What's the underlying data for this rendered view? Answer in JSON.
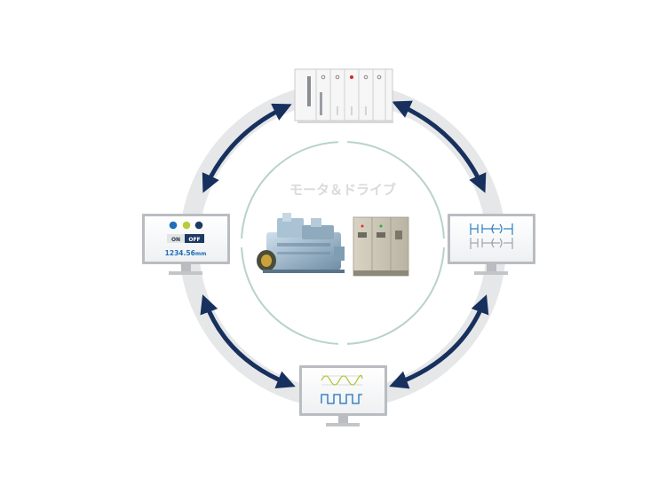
{
  "center": {
    "title": "モータ＆ドライブ"
  },
  "hmi": {
    "status_lamps": [
      "#1f6fb8",
      "#b9cc3a",
      "#1c3a63"
    ],
    "on_label": "ON",
    "off_label": "OFF",
    "readout_value": "1234.56",
    "readout_unit": "mm"
  },
  "colors": {
    "arrow": "#17305e",
    "ring": "#e6e7e8",
    "inner_circle": "#b8d3c8",
    "monitor_frame": "#b9bcc0",
    "wave": "#b4c53a",
    "pulse": "#1f6fb8",
    "ladder": "#2a7fc1"
  }
}
